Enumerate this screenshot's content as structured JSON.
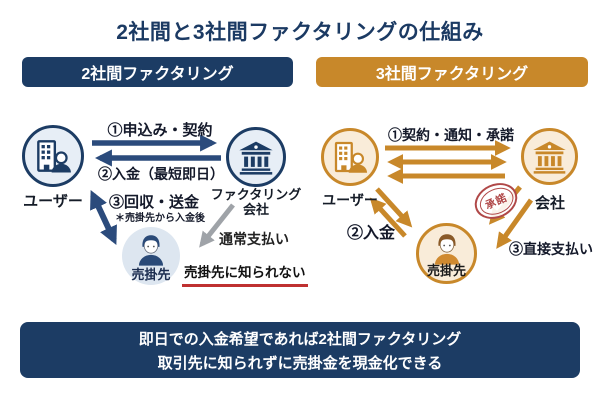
{
  "title": "2社間と3社間ファクタリングの仕組み",
  "colors": {
    "navy": "#1c3c64",
    "gold": "#c8882a",
    "arrow_navy": "#2b4b7c",
    "gray": "#9fa3a8",
    "red": "#bf3131",
    "node_blue_fill": "#e7eef6",
    "node_tan_fill": "#f9ecd9"
  },
  "left": {
    "badge": "2社間ファクタリング",
    "nodes": {
      "user": "ユーザー",
      "company_line1": "ファクタリング",
      "company_line2": "会社",
      "client": "売掛先"
    },
    "steps": {
      "step1": "①申込み・契約",
      "step2": "②入金（最短即日）",
      "step3": "③回収・送金",
      "step3_note": "＊売掛先から入金後",
      "normal_payment": "通常支払い",
      "highlight": "売掛先に知られない"
    }
  },
  "right": {
    "badge": "3社間ファクタリング",
    "nodes": {
      "user": "ユーザー",
      "company": "会社",
      "client": "売掛先"
    },
    "steps": {
      "step1": "①契約・通知・承諾",
      "step2": "②入金",
      "step3": "③直接支払い",
      "stamp": "承諾"
    }
  },
  "footer": {
    "line1": "即日での入金希望であれば2社間ファクタリング",
    "line2": "取引先に知られずに売掛金を現金化できる"
  }
}
